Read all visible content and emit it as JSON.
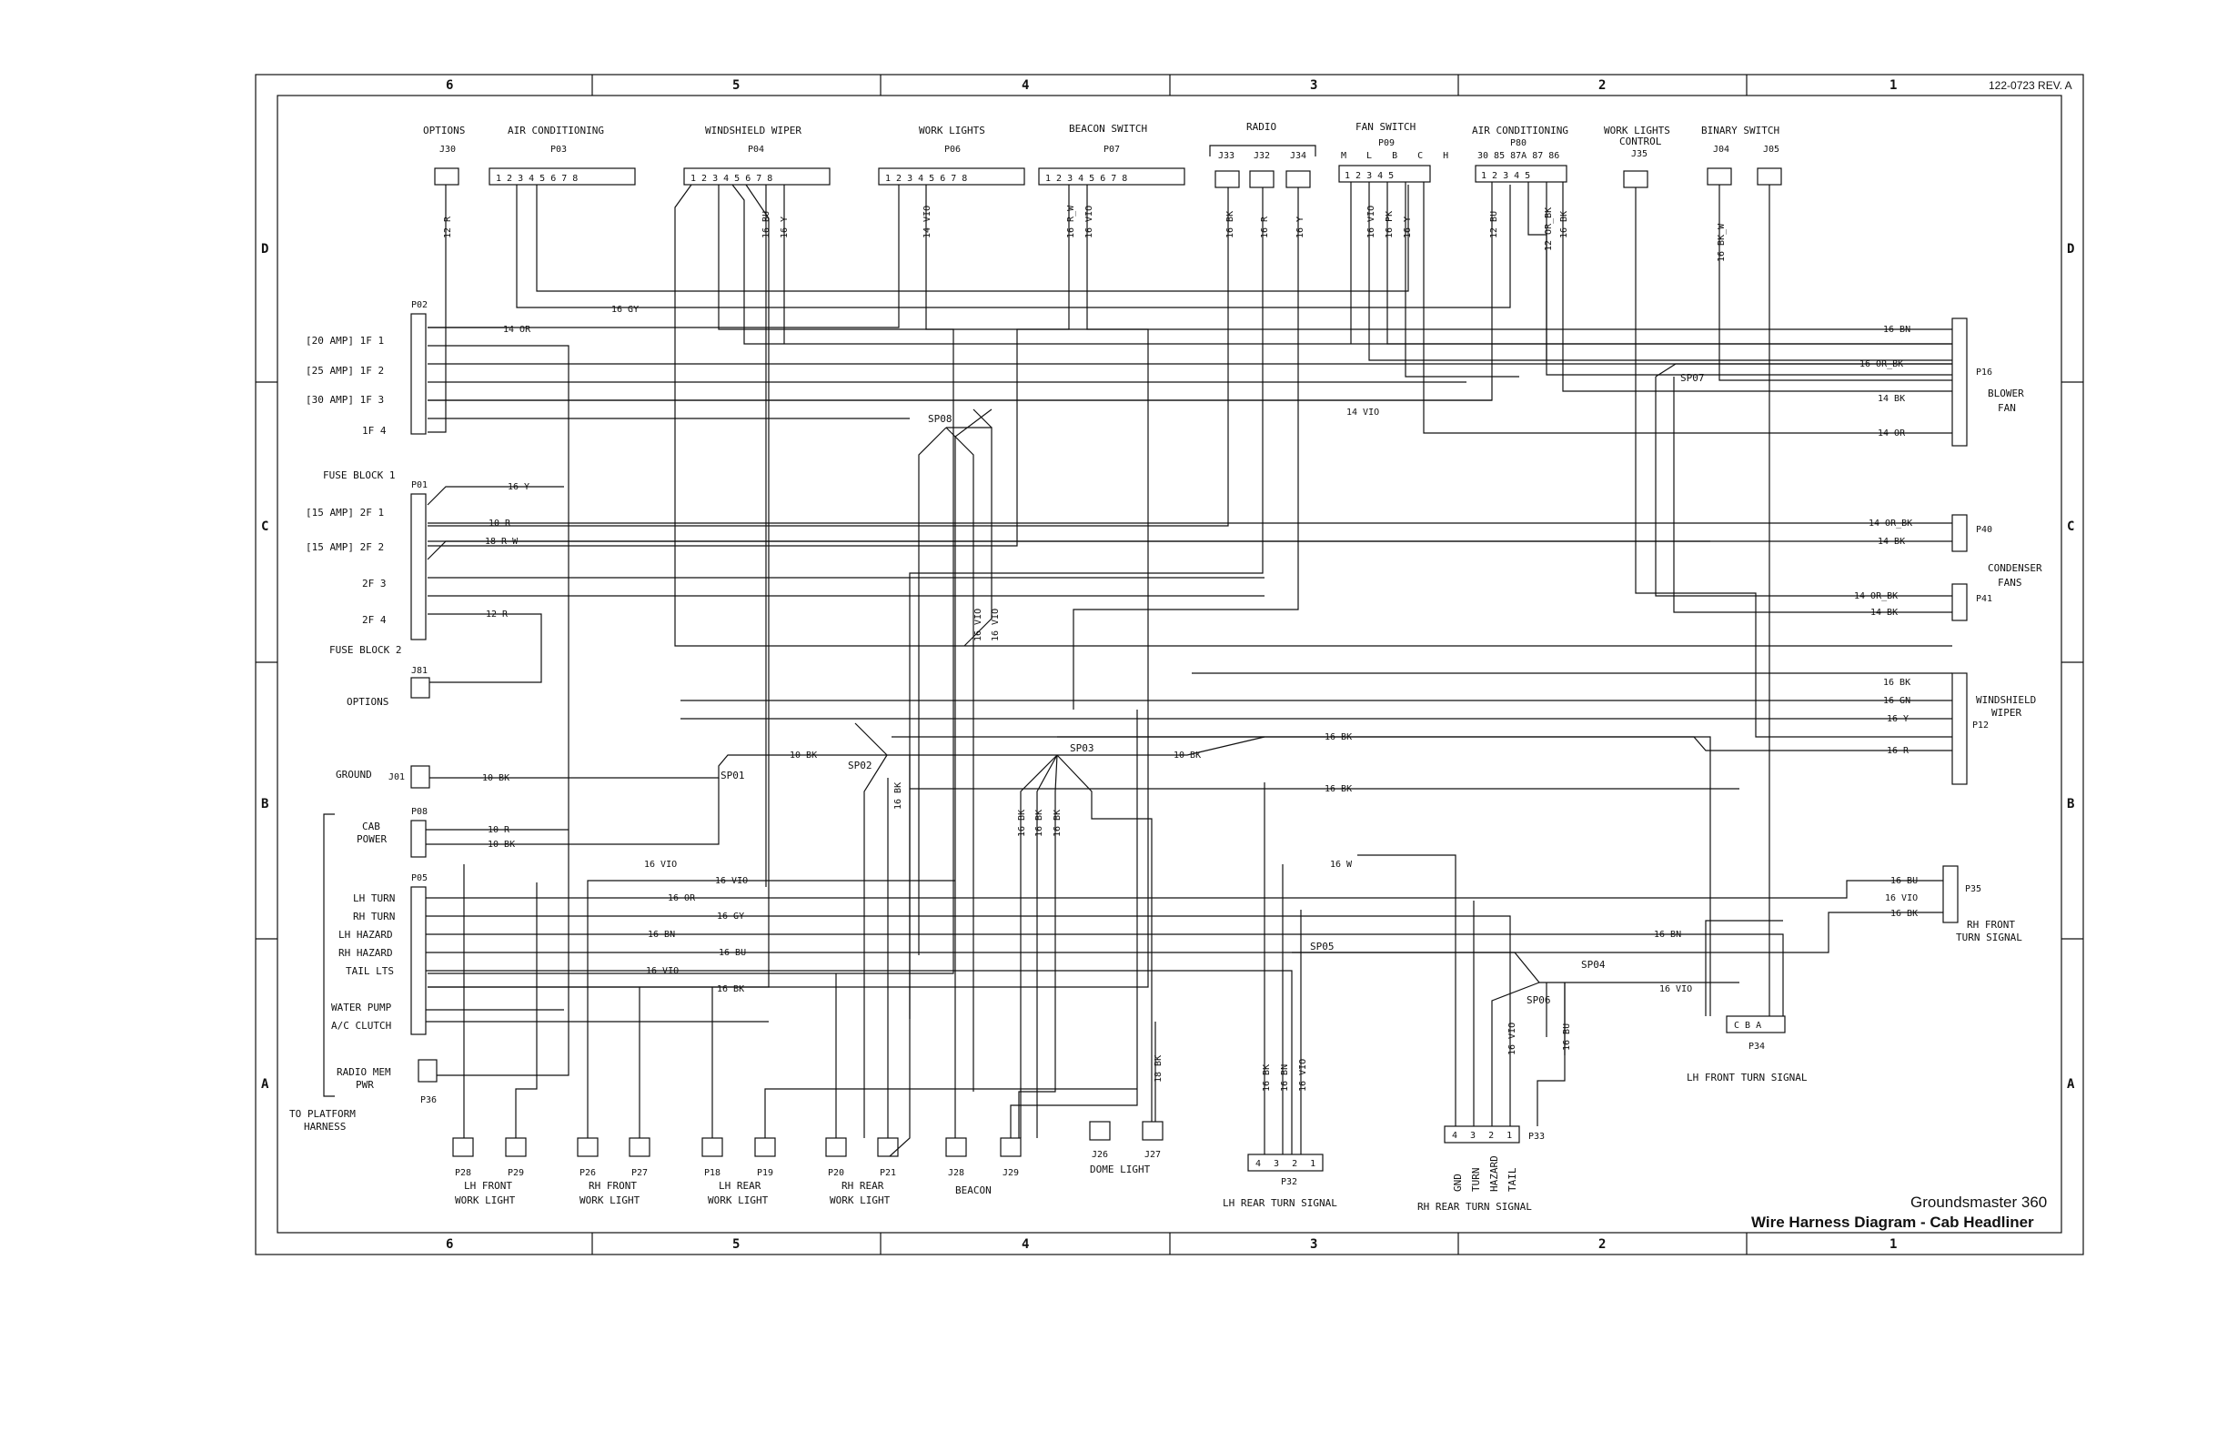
{
  "doc_code": "122-0723 REV. A",
  "title_model": "Groundsmaster 360",
  "title_main": "Wire Harness Diagram - Cab Headliner",
  "zones_cols": [
    "6",
    "5",
    "4",
    "3",
    "2",
    "1"
  ],
  "zones_rows": [
    "D",
    "C",
    "B",
    "A"
  ],
  "top": {
    "options": "OPTIONS",
    "j30": "J30",
    "aircond": "AIR CONDITIONING",
    "p03": "P03",
    "wiper": "WINDSHIELD WIPER",
    "p04": "P04",
    "worklights": "WORK LIGHTS",
    "p06": "P06",
    "beacon": "BEACON SWITCH",
    "p07": "P07",
    "radio": "RADIO",
    "j33": "J33",
    "j32": "J32",
    "j34": "J34",
    "fanswitch": "FAN SWITCH",
    "p09": "P09",
    "fan_pins": "M L B C H",
    "aircond2": "AIR CONDITIONING",
    "p80": "P80",
    "p80_pins": "30 85 87A 87 86",
    "wlc1": "WORK LIGHTS",
    "wlc2": "CONTROL",
    "j35": "J35",
    "binary": "BINARY SWITCH",
    "j04": "J04",
    "j05": "J05"
  },
  "left": {
    "p02": "P02",
    "f1": "[20 AMP] 1F 1",
    "f2": "[25 AMP] 1F 2",
    "f3": "[30 AMP] 1F 3",
    "f4": "1F 4",
    "fb1": "FUSE BLOCK 1",
    "p01": "P01",
    "g1": "[15 AMP] 2F 1",
    "g2": "[15 AMP] 2F 2",
    "g3": "2F 3",
    "g4": "2F 4",
    "fb2": "FUSE BLOCK 2",
    "j81": "J81",
    "options": "OPTIONS",
    "ground": "GROUND",
    "j01": "J01",
    "cab1": "CAB",
    "cab2": "POWER",
    "p08": "P08",
    "p05": "P05",
    "lhturn": "LH TURN",
    "rhturn": "RH TURN",
    "lhhaz": "LH HAZARD",
    "rhhaz": "RH HAZARD",
    "tail": "TAIL LTS",
    "pump": "WATER PUMP",
    "ac": "A/C CLUTCH",
    "radio1": "RADIO MEM",
    "radio2": "PWR",
    "p36": "P36",
    "plat1": "TO PLATFORM",
    "plat2": "HARNESS"
  },
  "right": {
    "p16": "P16",
    "blower1": "BLOWER",
    "blower2": "FAN",
    "p40": "P40",
    "p41": "P41",
    "cond1": "CONDENSER",
    "cond2": "FANS",
    "p12": "P12",
    "wip1": "WINDSHIELD",
    "wip2": "WIPER",
    "p35": "P35",
    "rhf1": "RH FRONT",
    "rhf2": "TURN SIGNAL",
    "p34": "P34",
    "p34_pins": "C  B  A",
    "lhf": "LH FRONT TURN SIGNAL"
  },
  "splices": {
    "sp01": "SP01",
    "sp02": "SP02",
    "sp03": "SP03",
    "sp04": "SP04",
    "sp05": "SP05",
    "sp06": "SP06",
    "sp07": "SP07",
    "sp08": "SP08"
  },
  "bottom": {
    "p28": "P28",
    "p29": "P29",
    "lhfw1": "LH FRONT",
    "lhfw2": "WORK LIGHT",
    "p26": "P26",
    "p27": "P27",
    "rhfw1": "RH FRONT",
    "rhfw2": "WORK LIGHT",
    "p18": "P18",
    "p19": "P19",
    "lhrw1": "LH REAR",
    "lhrw2": "WORK LIGHT",
    "p20": "P20",
    "p21": "P21",
    "rhrw1": "RH REAR",
    "rhrw2": "WORK LIGHT",
    "j28": "J28",
    "j29": "J29",
    "beacon": "BEACON",
    "j26": "J26",
    "j27": "J27",
    "dome": "DOME LIGHT",
    "p32": "P32",
    "p32_pins": "4 3 2 1",
    "lhrt": "LH REAR TURN SIGNAL",
    "p33": "P33",
    "p33_pins": "4 3 2 1",
    "rhrt": "RH REAR TURN SIGNAL",
    "gnd": "GND",
    "turn": "TURN",
    "hazard": "HAZARD",
    "tail": "TAIL"
  },
  "wires": {
    "w12r": "12 R",
    "w16bu": "16 BU",
    "w16y": "16 Y",
    "w14vio": "14 VIO",
    "w16rw": "16 R_W",
    "w16vio": "16 VIO",
    "w16bk": "16 BK",
    "w16r": "16 R",
    "w12bu": "12 BU",
    "w12orbk": "12 OR_BK",
    "w16bkw": "16 BK_W",
    "w16gy": "16 GY",
    "w14or": "14 OR",
    "w16bn": "16 BN",
    "w16orbk": "16 OR_BK",
    "w14bk": "14 BK",
    "w10r": "10 R",
    "w18rw": "18 R_W",
    "w14orbk": "14 OR_BK",
    "w16gn": "16 GN",
    "w10bk": "10 BK",
    "w16w": "16 W",
    "w16pk": "16 PK",
    "w18bk": "18 BK",
    "w16or": "16 OR"
  }
}
